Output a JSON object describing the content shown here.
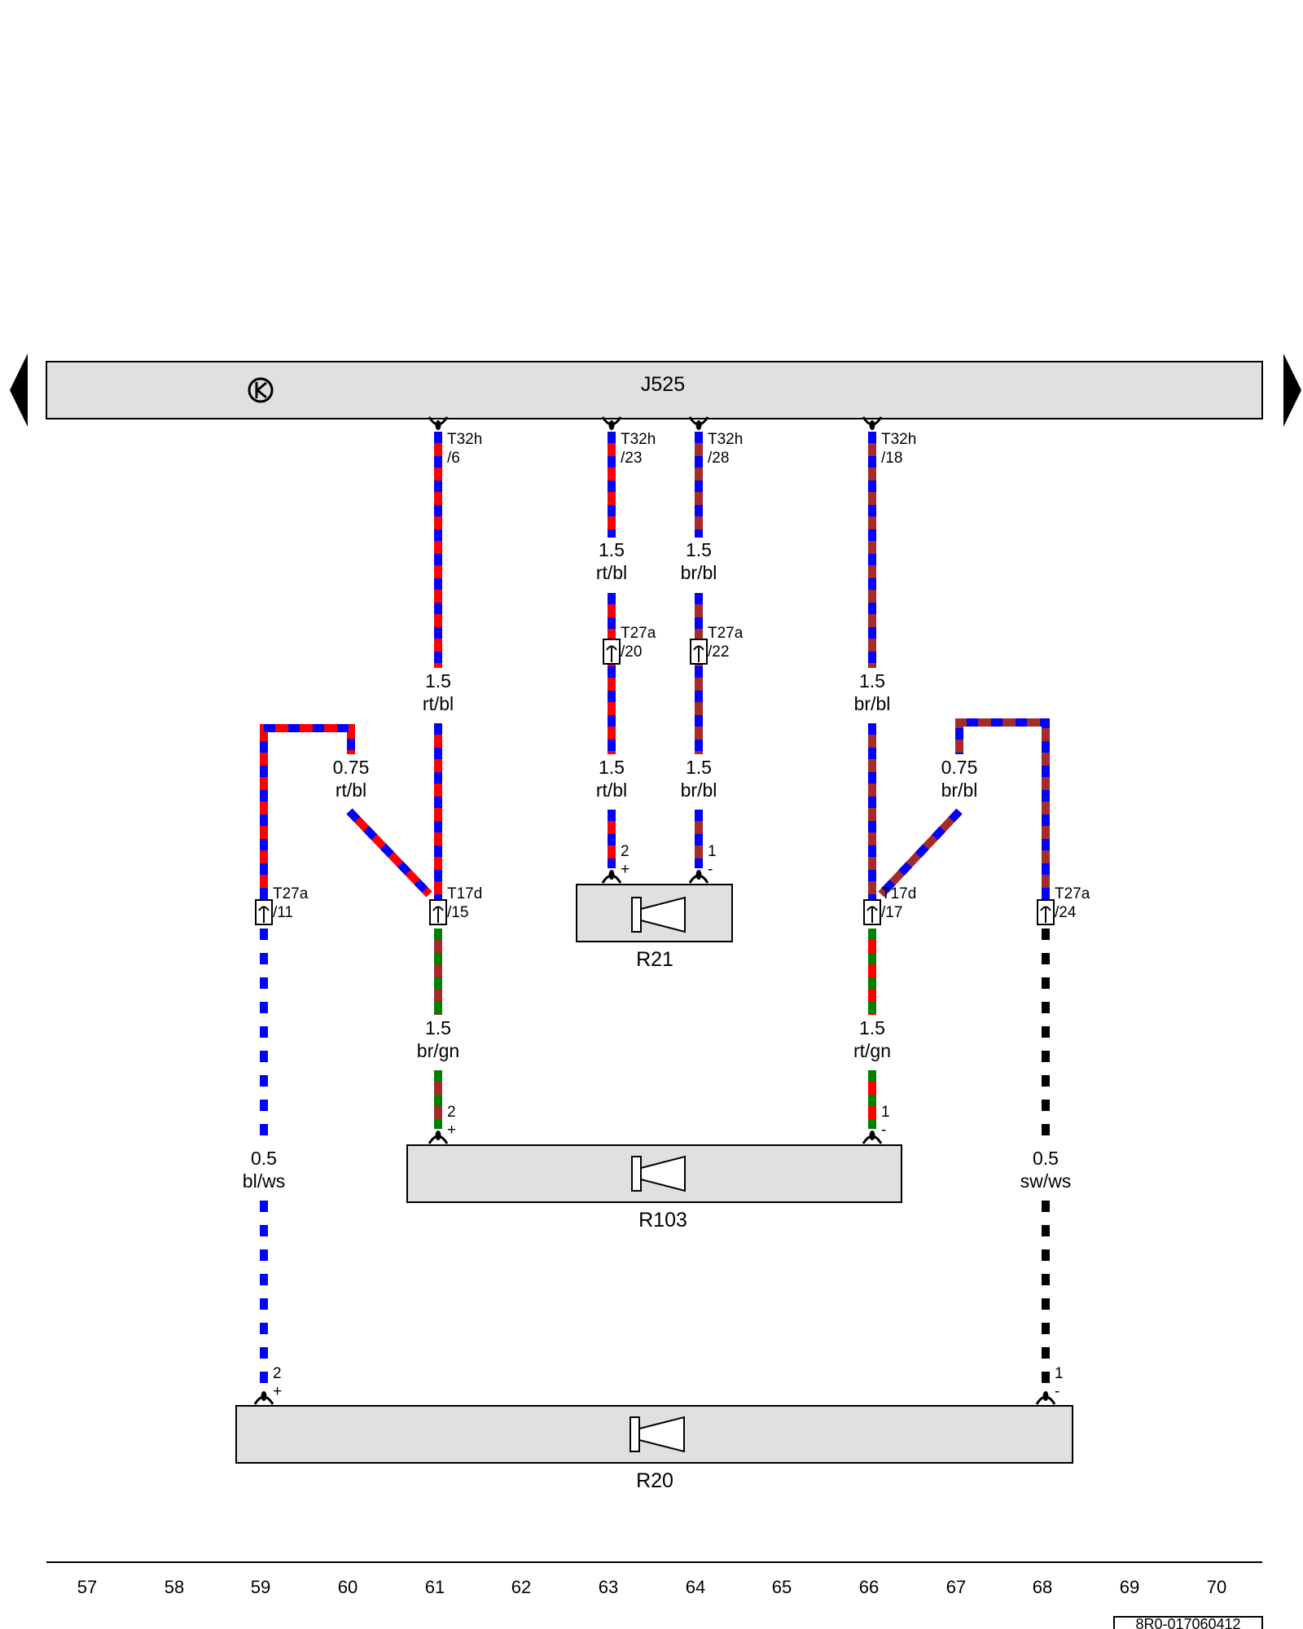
{
  "control_unit": {
    "label": "J525"
  },
  "speakers": {
    "r21": "R21",
    "r103": "R103",
    "r20": "R20"
  },
  "connectors": {
    "t32h_6": [
      "T32h",
      "/6"
    ],
    "t32h_23": [
      "T32h",
      "/23"
    ],
    "t32h_28": [
      "T32h",
      "/28"
    ],
    "t32h_18": [
      "T32h",
      "/18"
    ],
    "t27a_20": [
      "T27a",
      "/20"
    ],
    "t27a_22": [
      "T27a",
      "/22"
    ],
    "t27a_11": [
      "T27a",
      "/11"
    ],
    "t17d_15": [
      "T17d",
      "/15"
    ],
    "t17d_17": [
      "T17d",
      "/17"
    ],
    "t27a_24": [
      "T27a",
      "/24"
    ]
  },
  "wires": {
    "w61_top": [
      "1.5",
      "rt/bl"
    ],
    "w63_top": [
      "1.5",
      "rt/bl"
    ],
    "w64_top": [
      "1.5",
      "br/bl"
    ],
    "w63_bot": [
      "1.5",
      "rt/bl"
    ],
    "w64_bot": [
      "1.5",
      "br/bl"
    ],
    "w66_top": [
      "1.5",
      "br/bl"
    ],
    "w60_diag": [
      "0.75",
      "rt/bl"
    ],
    "w67_diag": [
      "0.75",
      "br/bl"
    ],
    "w61_bot": [
      "1.5",
      "br/gn"
    ],
    "w66_bot": [
      "1.5",
      "rt/gn"
    ],
    "w59": [
      "0.5",
      "bl/ws"
    ],
    "w68": [
      "0.5",
      "sw/ws"
    ]
  },
  "pins": {
    "r21_plus": [
      "2",
      "+"
    ],
    "r21_minus": [
      "1",
      "-"
    ],
    "r103_plus": [
      "2",
      "+"
    ],
    "r103_minus": [
      "1",
      "-"
    ],
    "r20_plus": [
      "2",
      "+"
    ],
    "r20_minus": [
      "1",
      "-"
    ]
  },
  "grid_numbers": [
    "57",
    "58",
    "59",
    "60",
    "61",
    "62",
    "63",
    "64",
    "65",
    "66",
    "67",
    "68",
    "69",
    "70"
  ],
  "doc_id": "8R0-017060412",
  "colors": {
    "rt": "#ff0000",
    "bl": "#0000ff",
    "br": "#a52a2a",
    "gn": "#008000",
    "ws": "#ffffff",
    "sw": "#000000",
    "component_fill": "#e0e0e0"
  },
  "icons": {
    "ground": "ground-k-icon",
    "speaker": "speaker-icon",
    "connector": "connector-pin-icon",
    "terminal": "terminal-icon",
    "nav": [
      "arrow-left-icon",
      "arrow-right-icon"
    ]
  }
}
